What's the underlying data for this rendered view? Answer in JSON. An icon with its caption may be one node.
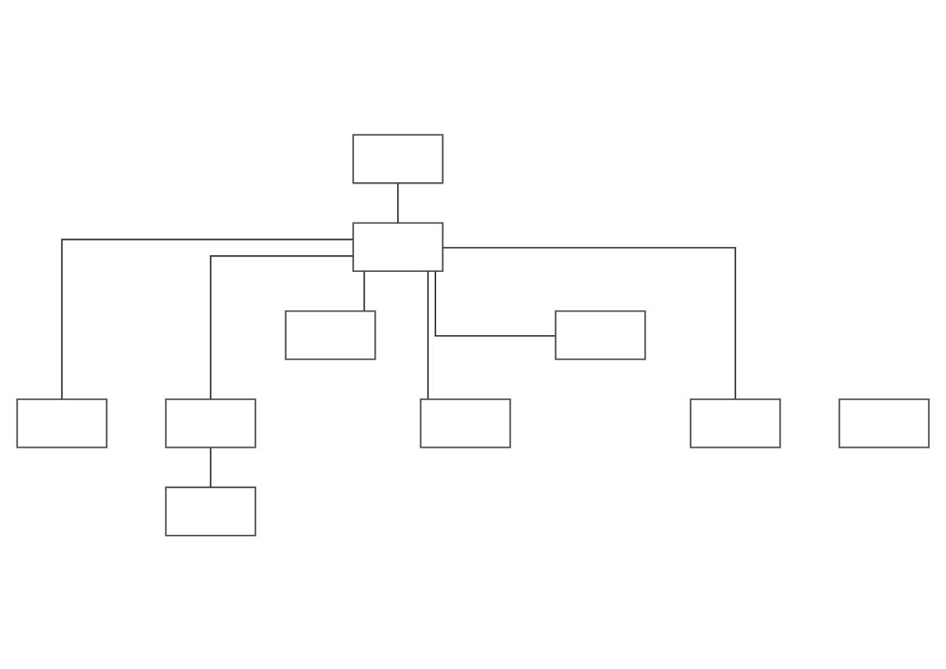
{
  "diagram": {
    "nodes": [
      {
        "text": [],
        "shape": "box"
      },
      {
        "text": [],
        "shape": "box"
      },
      {
        "text": [],
        "shape": "box"
      },
      {
        "text": [],
        "shape": "box"
      },
      {
        "text": [],
        "shape": "box"
      },
      {
        "text": [],
        "shape": "box"
      },
      {
        "text": [],
        "shape": "box"
      },
      {
        "text": [],
        "shape": "box"
      },
      {
        "text": [],
        "shape": "box"
      },
      {
        "text": [],
        "shape": "box"
      }
    ],
    "edges": [
      {
        "from": 0,
        "to": 1,
        "arrow": "none"
      },
      {
        "from": 1,
        "to": 4,
        "arrow": "none"
      },
      {
        "from": 1,
        "to": 5,
        "arrow": "none"
      },
      {
        "from": 1,
        "to": 2,
        "arrow": "none"
      },
      {
        "from": 1,
        "to": 6,
        "arrow": "none"
      },
      {
        "from": 1,
        "to": 3,
        "arrow": "none"
      },
      {
        "from": 1,
        "to": 8,
        "arrow": "none"
      },
      {
        "from": 5,
        "to": 9,
        "arrow": "none"
      }
    ]
  }
}
